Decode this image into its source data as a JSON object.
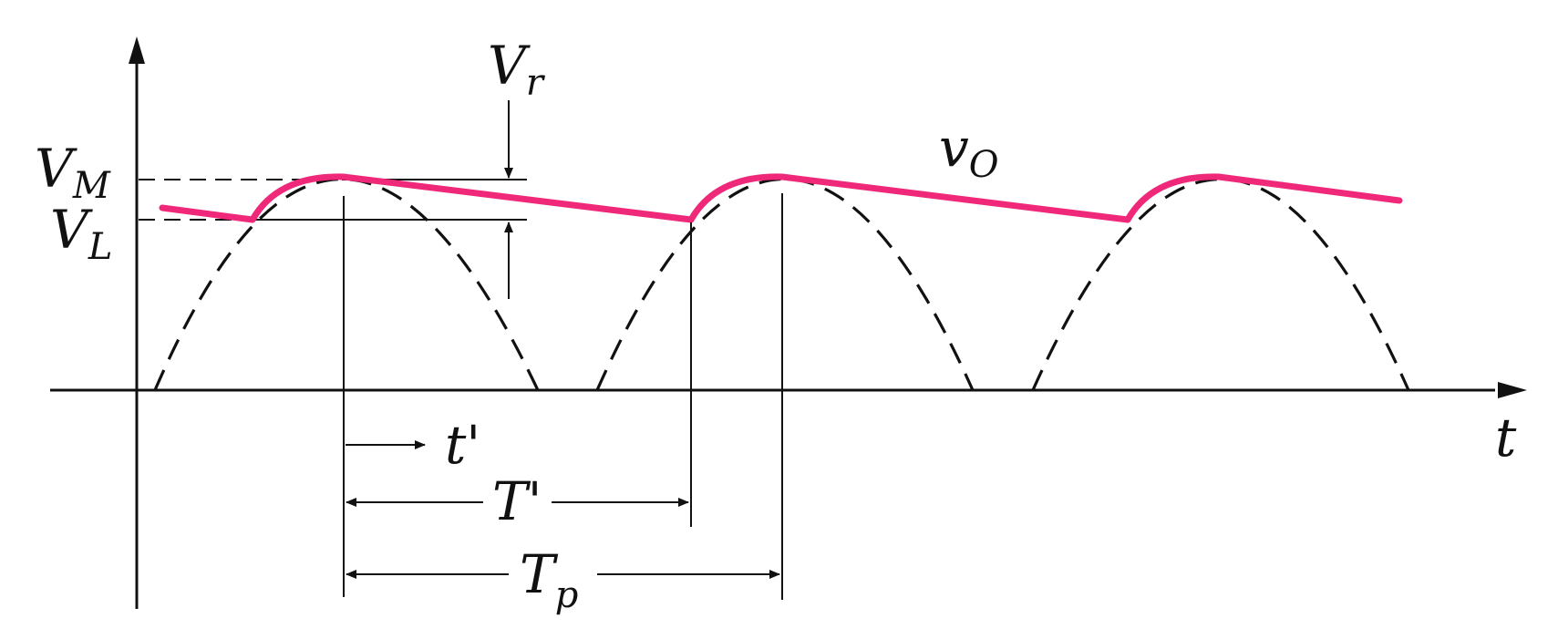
{
  "labels": {
    "vm": {
      "main": "V",
      "sub": "M"
    },
    "vl": {
      "main": "V",
      "sub": "L"
    },
    "vr": {
      "main": "V",
      "sub": "r"
    },
    "vo": {
      "main": "v",
      "sub": "O"
    },
    "t_axis": "t",
    "t_prime": "t'",
    "T_prime": "T'",
    "tp": {
      "main": "T",
      "sub": "p"
    }
  },
  "colors": {
    "output": "#f0287a",
    "ink": "#111111",
    "background": "#ffffff"
  },
  "curves": {
    "input": "full-wave rectified sine (dashed)",
    "output": "capacitor-filtered ripple (solid)"
  }
}
